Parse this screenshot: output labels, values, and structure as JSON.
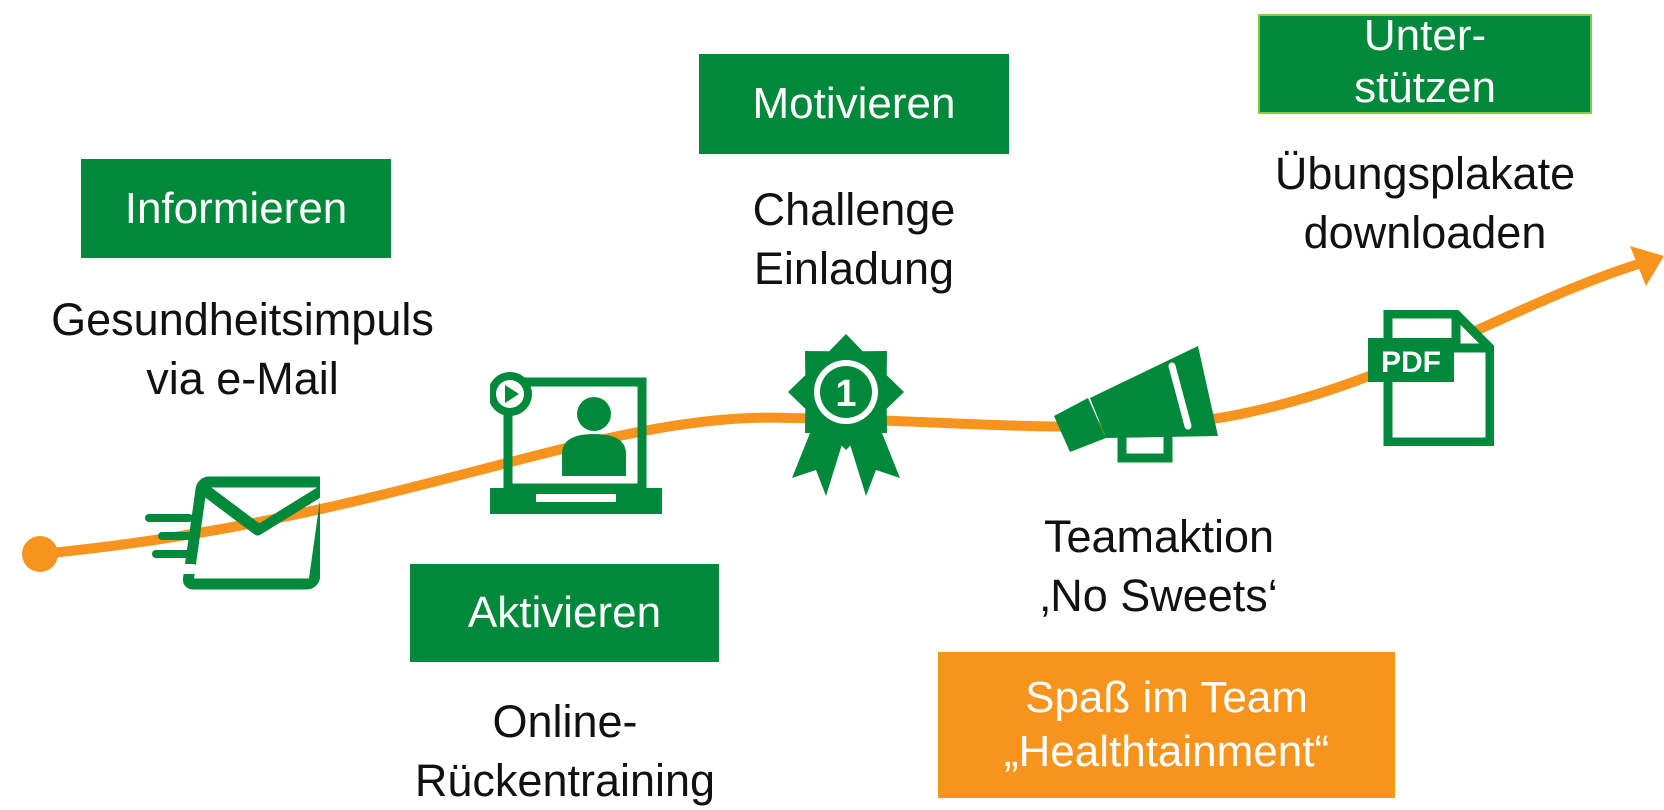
{
  "colors": {
    "green": "#00893a",
    "orange": "#f7941d",
    "text": "#111111",
    "white": "#ffffff"
  },
  "stages": [
    {
      "tag": "Informieren",
      "line1": "Gesundheitsimpuls",
      "line2": "via e-Mail",
      "icon": "email-send-icon"
    },
    {
      "tag": "Aktivieren",
      "line1": "Online-",
      "line2": "Rückentraining",
      "icon": "laptop-video-icon"
    },
    {
      "tag": "Motivieren",
      "line1": "Challenge",
      "line2": "Einladung",
      "icon": "award-badge-icon"
    },
    {
      "tag": "",
      "line1": "Teamaktion",
      "line2": "‚No Sweets‘",
      "icon": "megaphone-icon"
    },
    {
      "tag_line1": "Unter-",
      "tag_line2": "stützen",
      "line1": "Übungsplakate",
      "line2": "downloaden",
      "icon": "pdf-document-icon"
    }
  ],
  "highlight": {
    "line1": "Spaß im Team",
    "line2": "„Healthtainment“"
  },
  "icon_texts": {
    "award": "1",
    "pdf": "PDF"
  }
}
